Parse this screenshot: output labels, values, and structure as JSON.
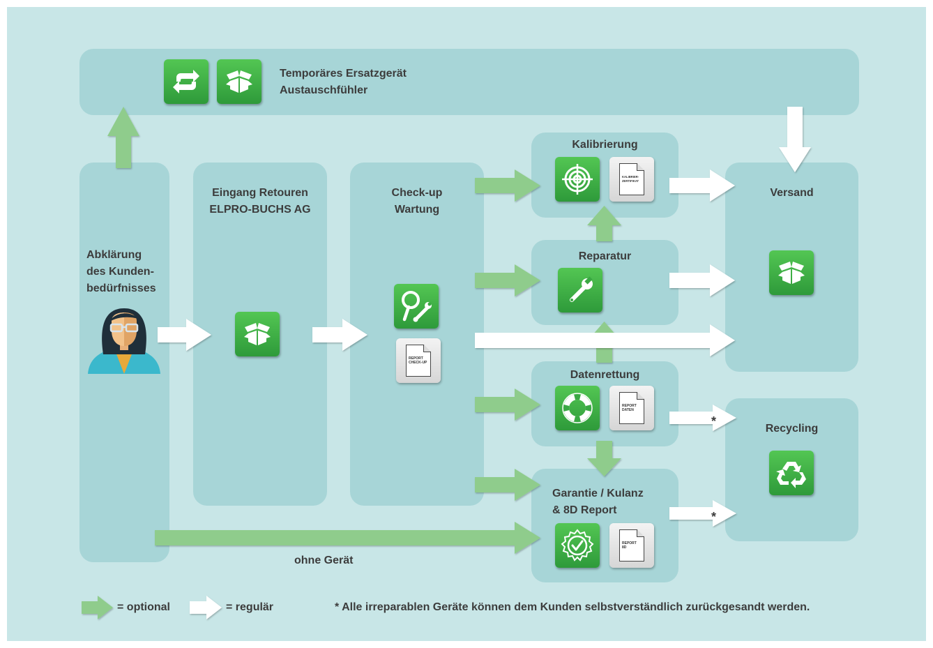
{
  "top_panel": {
    "line1": "Temporäres Ersatzgerät",
    "line2": "Austauschfühler"
  },
  "abklaerung": {
    "line1": "Abklärung",
    "line2": "des Kunden-",
    "line3": "bedürfnisses"
  },
  "eingang": {
    "line1": "Eingang Retouren",
    "line2": "ELPRO-BUCHS AG"
  },
  "checkup": {
    "line1": "Check-up",
    "line2": "Wartung",
    "doc": "REPORT\nCHECK-UP"
  },
  "kalibrierung": {
    "title": "Kalibrierung",
    "doc": "KALIBRIER-\nZERTIFIKAT"
  },
  "reparatur": {
    "title": "Reparatur"
  },
  "datenrettung": {
    "title": "Datenrettung",
    "doc": "REPORT\nDATEN"
  },
  "garantie": {
    "line1": "Garantie / Kulanz",
    "line2": "& 8D Report",
    "doc": "REPORT\n8D"
  },
  "versand": {
    "title": "Versand"
  },
  "recycling": {
    "title": "Recycling"
  },
  "ohne_geraet": "ohne Gerät",
  "asterisk": "*",
  "legend": {
    "optional": "= optional",
    "regular": "= regulär",
    "footnote": "* Alle irreparablen Geräte können dem Kunden selbstverständlich zurückgesandt werden."
  },
  "colors": {
    "background": "#c8e6e7",
    "panel": "#a7d5d7",
    "icon_green": "#3aa843",
    "optional_arrow": "#8fcc8c",
    "regular_arrow": "#ffffff"
  }
}
